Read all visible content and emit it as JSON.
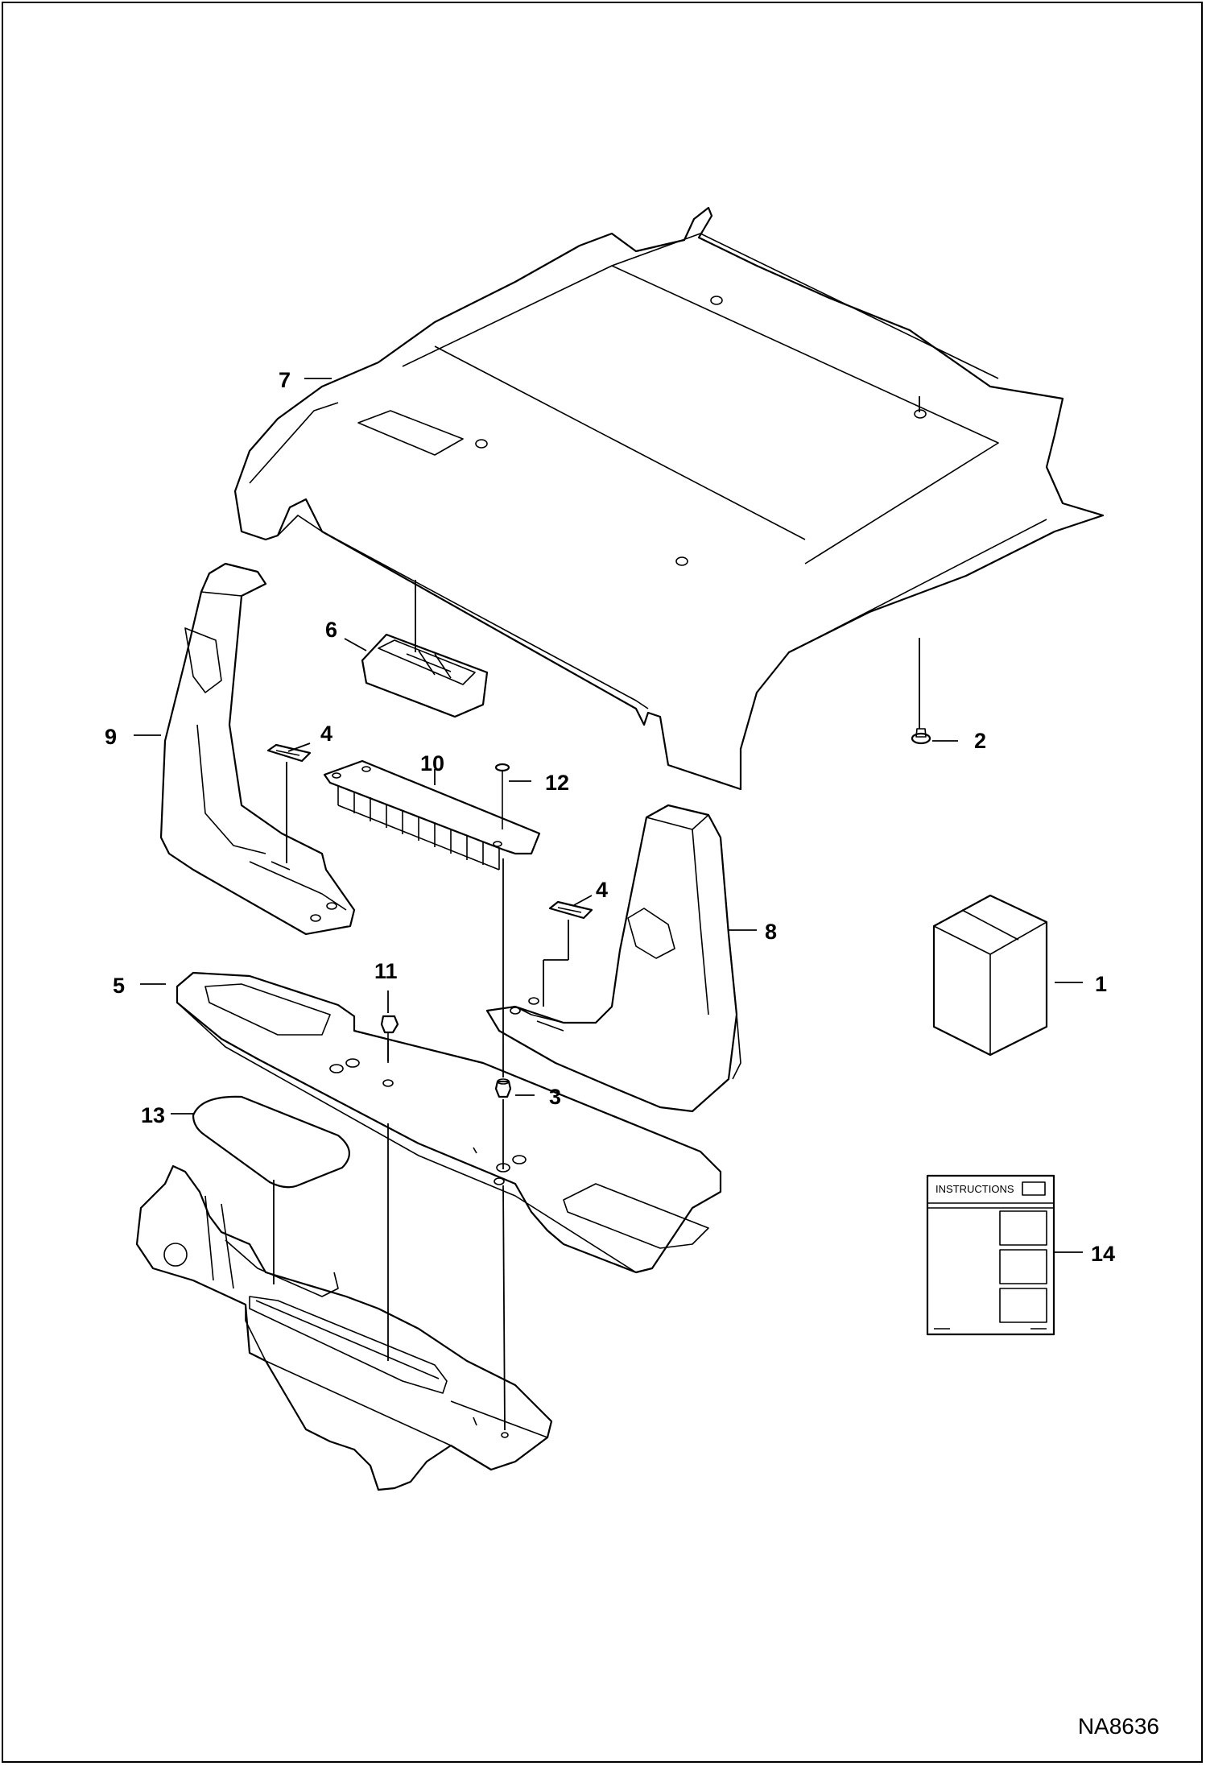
{
  "callouts": {
    "c1": "1",
    "c2": "2",
    "c3": "3",
    "c4a": "4",
    "c4b": "4",
    "c5": "5",
    "c6": "6",
    "c7": "7",
    "c8": "8",
    "c9": "9",
    "c10": "10",
    "c11": "11",
    "c12": "12",
    "c13": "13",
    "c14": "14"
  },
  "instructions_label": "INSTRUCTIONS",
  "drawing_id": "NA8636"
}
